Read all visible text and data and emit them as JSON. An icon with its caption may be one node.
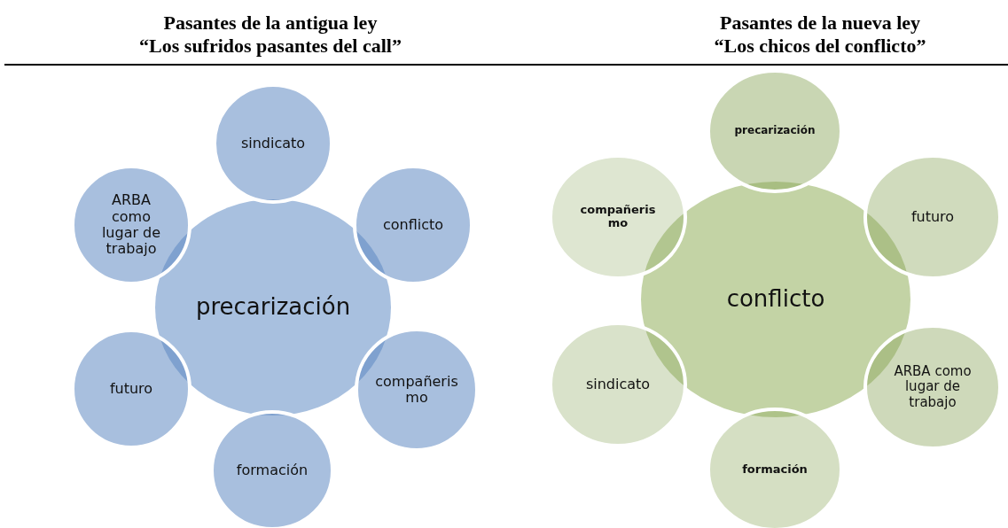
{
  "diagram": {
    "nodes": [
      {
        "text": [
          "precarización"
        ]
      },
      {
        "text": [
          "sindicato"
        ]
      },
      {
        "text": [
          "conflicto"
        ]
      },
      {
        "text": [
          "compañeris mo"
        ]
      },
      {
        "text": [
          "formación"
        ]
      },
      {
        "text": [
          "futuro"
        ]
      },
      {
        "text": [
          "ARBA como lugar de trabajo"
        ]
      },
      {
        "text": [
          "conflicto"
        ]
      },
      {
        "text": [
          "precarización"
        ]
      },
      {
        "text": [
          "futuro"
        ]
      },
      {
        "text": [
          "ARBA como lugar de trabajo"
        ]
      },
      {
        "text": [
          "formación"
        ]
      },
      {
        "text": [
          "sindicato"
        ]
      },
      {
        "text": [
          "compañeris mo"
        ]
      }
    ],
    "labels": [
      "Pasantes de la antigua ley",
      "“Los sufridos pasantes del call”",
      "Pasantes de la nueva ley",
      "“Los chicos del conflicto”"
    ]
  }
}
